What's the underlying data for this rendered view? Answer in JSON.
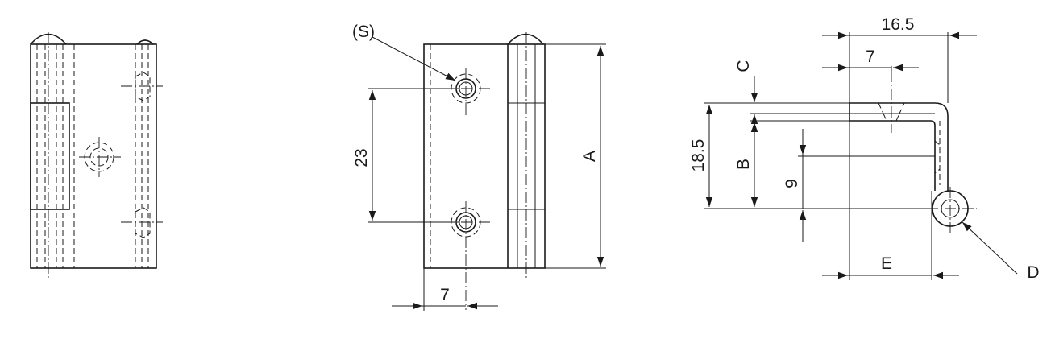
{
  "diagram": {
    "labels": {
      "screw": "(S)",
      "hole_spacing": "23",
      "dim_a": "A",
      "hole_offset": "7",
      "width_overall": "16.5",
      "flange_offset": "7",
      "dim_c": "C",
      "height_overall": "18.5",
      "dim_b": "B",
      "pin_height": "9",
      "dim_e": "E",
      "dim_d": "D"
    }
  }
}
